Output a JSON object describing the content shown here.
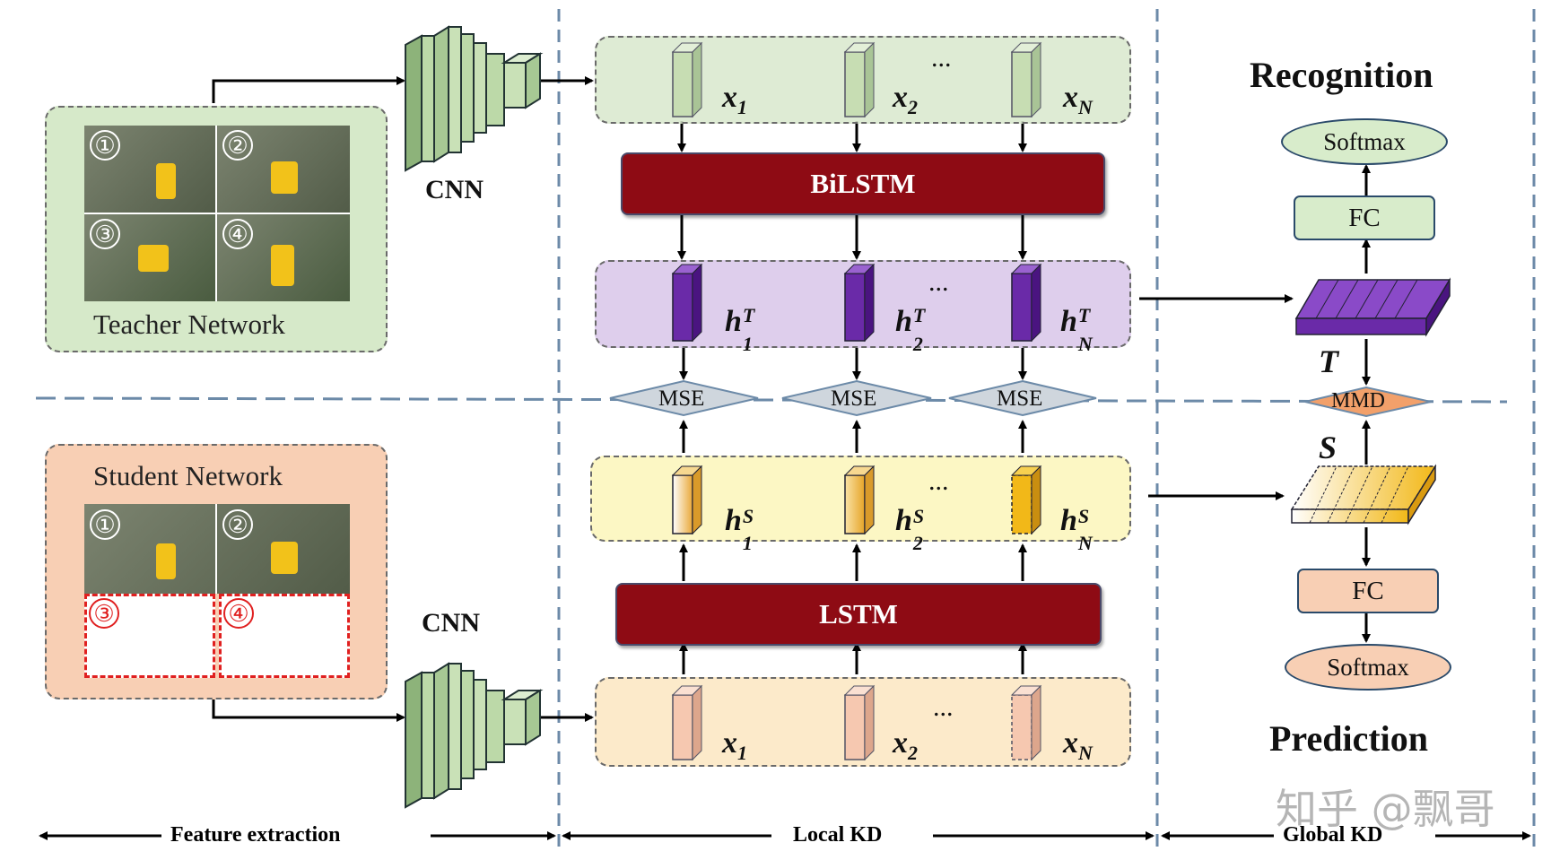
{
  "teacher": {
    "label": "Teacher Network",
    "frames": [
      "①",
      "②",
      "③",
      "④"
    ]
  },
  "student": {
    "label": "Student Network",
    "frames": [
      "①",
      "②",
      "③",
      "④"
    ]
  },
  "cnn_top": "CNN",
  "cnn_bottom": "CNN",
  "bilstm": "BiLSTM",
  "lstm": "LSTM",
  "ellipsis": "...",
  "x_labels": [
    {
      "base": "x",
      "sub": "1"
    },
    {
      "base": "x",
      "sub": "2"
    },
    {
      "base": "x",
      "sub": "N"
    }
  ],
  "h_teacher": [
    {
      "base": "h",
      "sup": "T",
      "sub": "1"
    },
    {
      "base": "h",
      "sup": "T",
      "sub": "2"
    },
    {
      "base": "h",
      "sup": "T",
      "sub": "N"
    }
  ],
  "h_student": [
    {
      "base": "h",
      "sup": "S",
      "sub": "1"
    },
    {
      "base": "h",
      "sup": "S",
      "sub": "2"
    },
    {
      "base": "h",
      "sup": "S",
      "sub": "N"
    }
  ],
  "mse": [
    "MSE",
    "MSE",
    "MSE"
  ],
  "mmd": "MMD",
  "recognition": {
    "title": "Recognition",
    "softmax": "Softmax",
    "fc": "FC",
    "t_label": "T"
  },
  "prediction": {
    "title": "Prediction",
    "softmax": "Softmax",
    "fc": "FC",
    "s_label": "S"
  },
  "bottom": {
    "feature": "Feature extraction",
    "local": "Local KD",
    "global": "Global KD"
  },
  "watermark": "知乎 @飘哥",
  "colors": {
    "bilstm": "#8e0b14",
    "teacher_panel": "#d6e9c9",
    "student_panel": "#f8cfb4",
    "teacher_feat": "#d8e8cc",
    "teacher_h": "#d8c6e9",
    "student_h": "#fbf6ba",
    "student_x": "#fbe6c1",
    "purple": "#6a2aa8",
    "orange": "#f2b818"
  }
}
